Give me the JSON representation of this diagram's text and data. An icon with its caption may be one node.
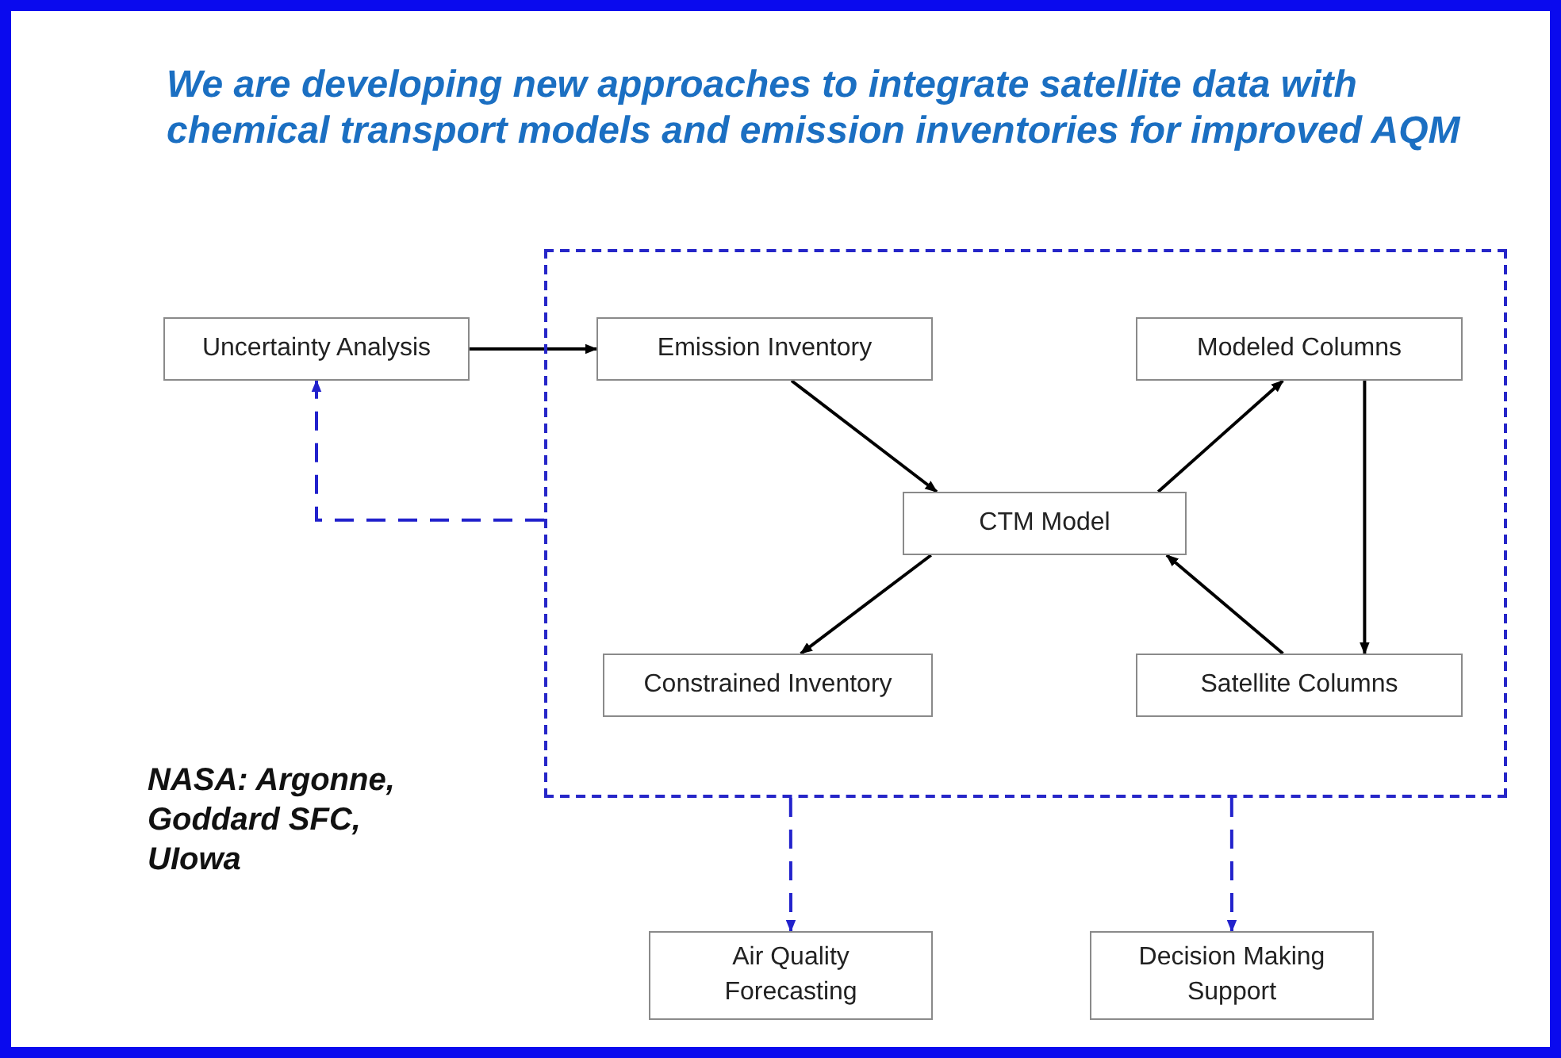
{
  "diagram": {
    "title": "We are developing new approaches to integrate satellite data with chemical transport models and emission inventories for improved AQM",
    "nodes": [
      {
        "text": [],
        "shape": "box"
      },
      {
        "text": [
          "Uncertainty Analysis"
        ]
      },
      {
        "text": [
          "Emission Inventory"
        ],
        "in": 0
      },
      {
        "text": [
          "Modeled Columns"
        ],
        "in": 0
      },
      {
        "text": [
          "CTM Model"
        ],
        "in": 0
      },
      {
        "text": [
          "Constrained Inventory"
        ],
        "in": 0
      },
      {
        "text": [
          "Satellite Columns"
        ],
        "in": 0
      },
      {
        "text": [
          "Air Quality Forecasting"
        ]
      },
      {
        "text": [
          "Decision Making Support"
        ]
      }
    ],
    "edges": [
      {
        "from": 1,
        "to": 2,
        "arrow": "to"
      },
      {
        "from": 2,
        "to": 4,
        "arrow": "to"
      },
      {
        "from": 4,
        "to": 3,
        "arrow": "to"
      },
      {
        "from": 3,
        "to": 6,
        "arrow": "to"
      },
      {
        "from": 6,
        "to": 4,
        "arrow": "to"
      },
      {
        "from": 4,
        "to": 5,
        "arrow": "to"
      },
      {
        "from": 0,
        "to": 1,
        "arrow": "to",
        "style": "dashed",
        "color": "#2222cc"
      },
      {
        "from": 0,
        "to": 7,
        "arrow": "to",
        "style": "dashed",
        "color": "#2222cc"
      },
      {
        "from": 0,
        "to": 8,
        "arrow": "to",
        "style": "dashed",
        "color": "#2222cc"
      }
    ],
    "labels": [
      "NASA: Argonne, Goddard SFC, UIowa"
    ]
  }
}
